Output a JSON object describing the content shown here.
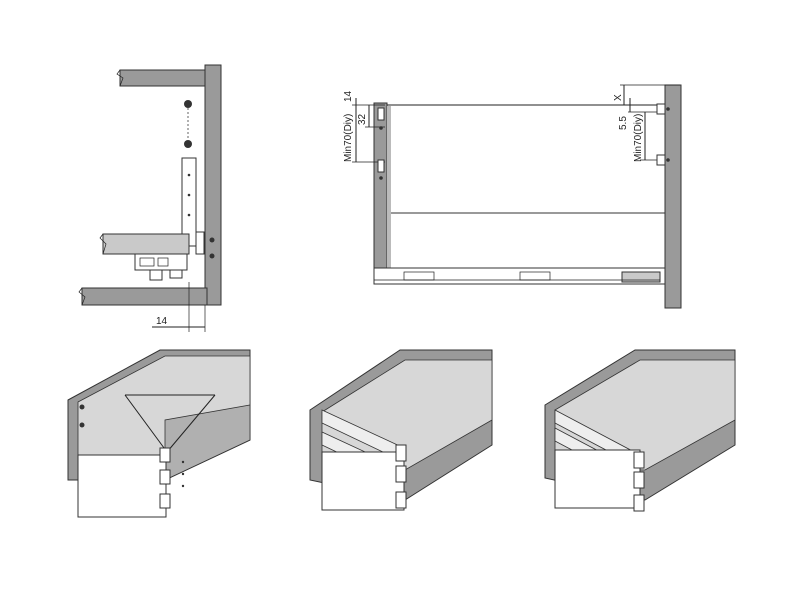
{
  "figures": {
    "side_view": {
      "dim_bottom": "14"
    },
    "front_view": {
      "dim_left_top": "14",
      "dim_left_mid": "32",
      "dim_left_range": "Min70(Diy)",
      "dim_right_top": "X",
      "dim_right_mid": "5.5",
      "dim_right_range": "Min70(Diy)"
    }
  },
  "colors": {
    "panel": "#9a9a9a",
    "drawer_light": "#c9c9c9",
    "line": "#222222"
  }
}
